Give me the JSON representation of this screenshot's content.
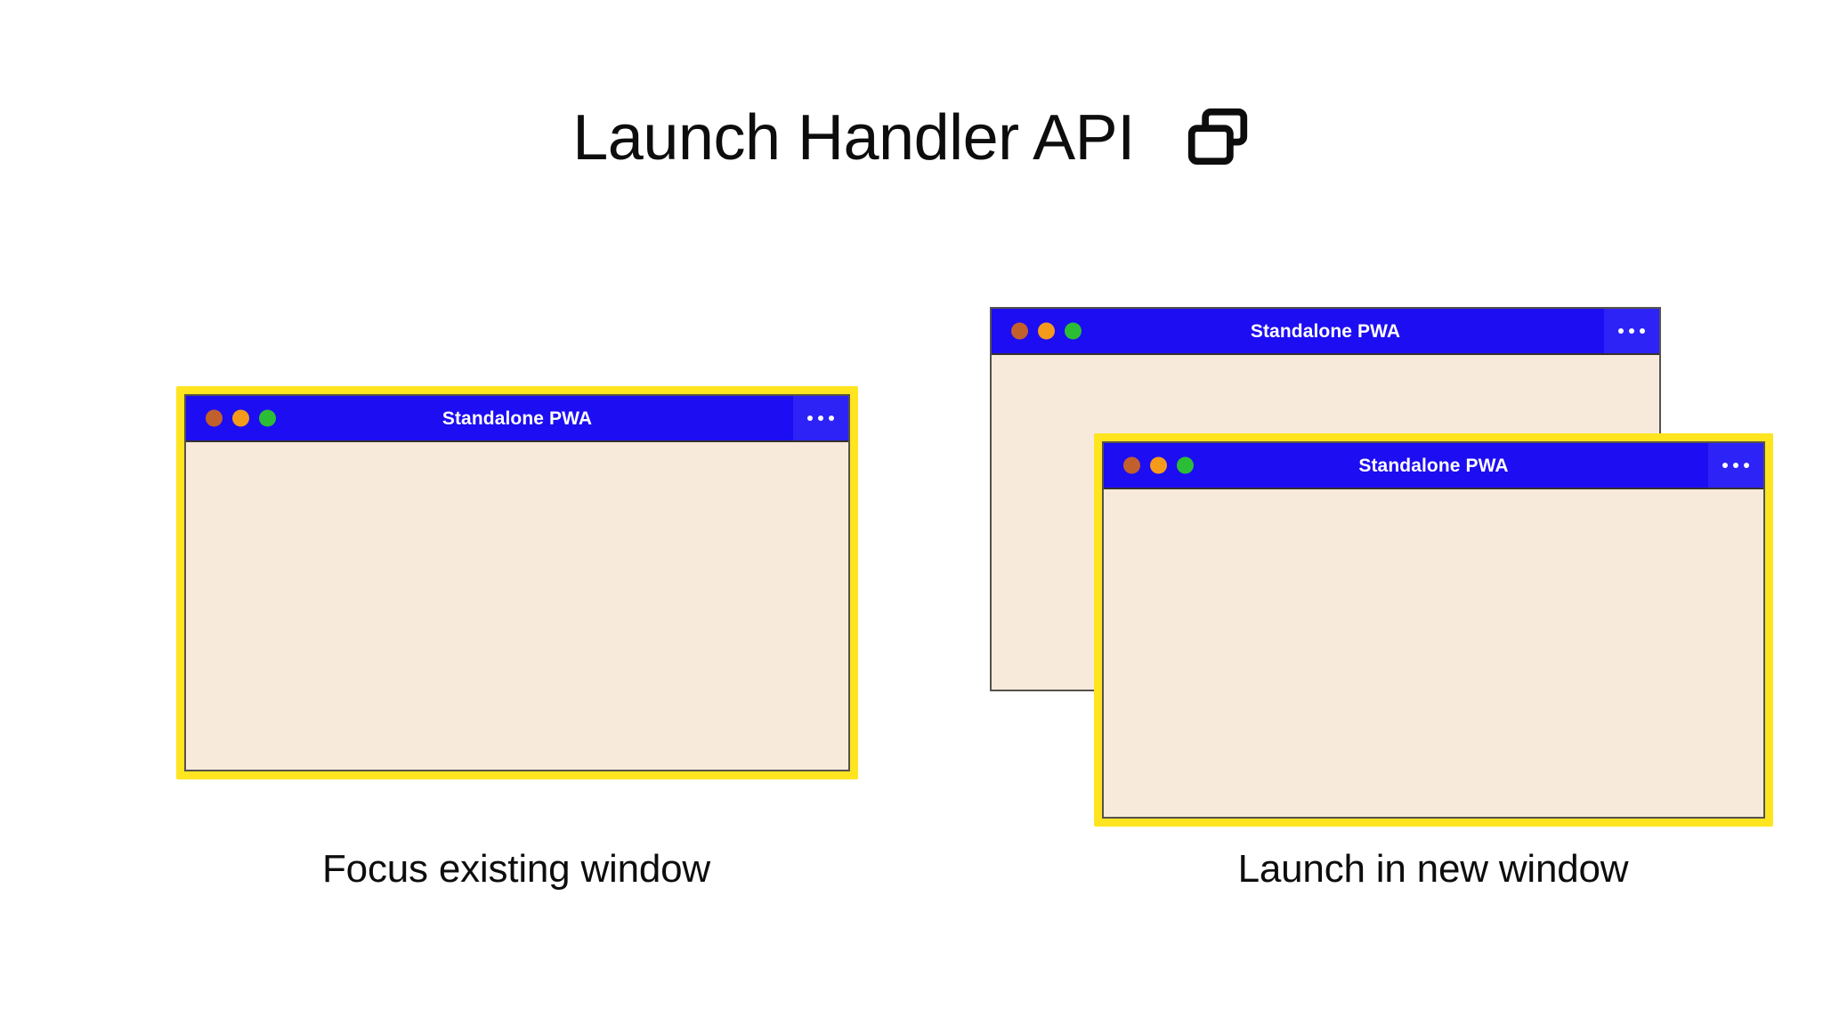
{
  "header": {
    "title": "Launch Handler API",
    "icon": "multi-window-icon"
  },
  "colors": {
    "page_background": "#ffffff",
    "titlebar_blue": "#1d0df2",
    "menu_blue": "#2d23f6",
    "window_body_cream": "#f8eadb",
    "highlight_yellow": "#ffe420",
    "window_border_gray": "#55524c",
    "text_black": "#0d0d0d",
    "dot_close": "#c2602c",
    "dot_minimize": "#f59a1b",
    "dot_maximize": "#2cbd36"
  },
  "scenarios": [
    {
      "id": "focus-existing-window",
      "caption": "Focus existing window",
      "windows": [
        {
          "id": "focus-window",
          "title": "Standalone PWA",
          "menu_label": "…",
          "highlighted": true
        }
      ]
    },
    {
      "id": "launch-in-new-window",
      "caption": "Launch in new window",
      "windows": [
        {
          "id": "existing-window",
          "title": "Standalone PWA",
          "menu_label": "…",
          "highlighted": false
        },
        {
          "id": "new-window",
          "title": "Standalone PWA",
          "menu_label": "…",
          "highlighted": true
        }
      ]
    }
  ],
  "window_controls": {
    "close": "close-dot",
    "minimize": "minimize-dot",
    "maximize": "maximize-dot",
    "menu": "more-options-icon"
  }
}
